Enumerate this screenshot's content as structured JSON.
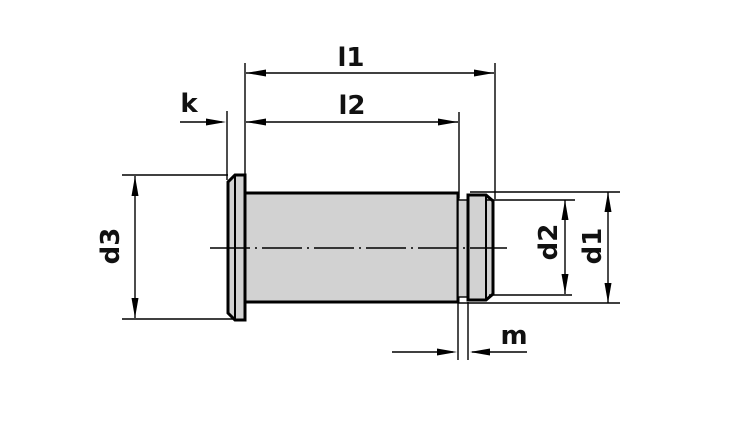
{
  "drawing": {
    "kind": "technical-dimension-drawing",
    "labels": {
      "l1": "l1",
      "l2": "l2",
      "k": "k",
      "d3": "d3",
      "d2": "d2",
      "d1": "d1",
      "m": "m"
    },
    "colors": {
      "line": "#000000",
      "part_fill": "#d2d2d2",
      "background": "#ffffff",
      "text": "#111111"
    }
  }
}
